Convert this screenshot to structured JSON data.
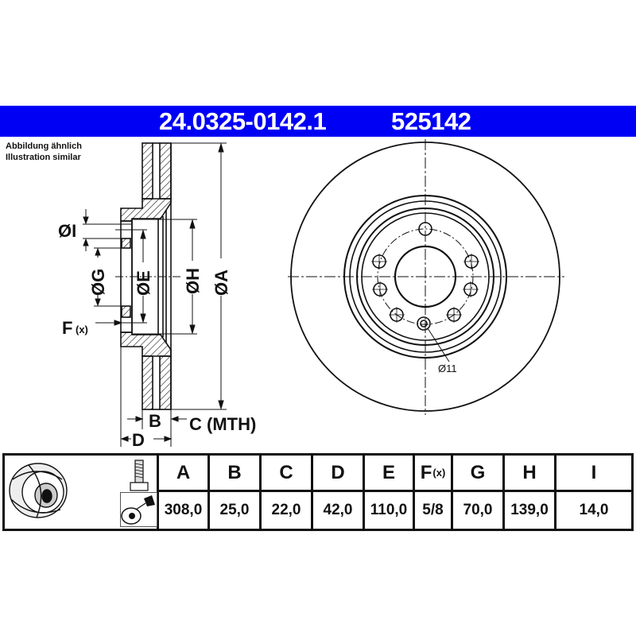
{
  "header": {
    "part_number": "24.0325-0142.1",
    "reference_number": "525142",
    "bar_color": "#0000f5"
  },
  "note": {
    "line1": "Abbildung ähnlich",
    "line2": "Illustration similar"
  },
  "drawing": {
    "side_view_labels": {
      "dia_I": "ØI",
      "dia_G": "ØG",
      "dia_E": "ØE",
      "dia_H": "ØH",
      "dia_A": "ØA",
      "F": "F",
      "F_sub": "(x)",
      "B": "B",
      "C": "C (MTH)",
      "D": "D"
    },
    "front_view_labels": {
      "hole_dia": "Ø11"
    },
    "bolt_holes": 8
  },
  "table": {
    "icons": [
      "brake-disc-icon",
      "bolt-icon",
      "screw-hole-icon"
    ],
    "columns": [
      {
        "key": "A",
        "label": "A",
        "value": "308,0"
      },
      {
        "key": "B",
        "label": "B",
        "value": "25,0"
      },
      {
        "key": "C",
        "label": "C",
        "value": "22,0"
      },
      {
        "key": "D",
        "label": "D",
        "value": "42,0"
      },
      {
        "key": "E",
        "label": "E",
        "value": "110,0"
      },
      {
        "key": "F",
        "label": "F",
        "label_sub": "(x)",
        "value": "5/8"
      },
      {
        "key": "G",
        "label": "G",
        "value": "70,0"
      },
      {
        "key": "H",
        "label": "H",
        "value": "139,0"
      },
      {
        "key": "I",
        "label": "I",
        "value": "14,0"
      }
    ]
  }
}
